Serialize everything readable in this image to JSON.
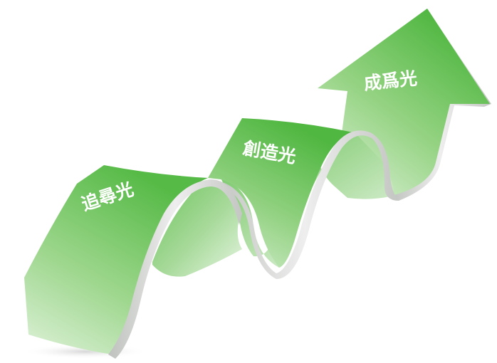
{
  "diagram": {
    "stages": [
      {
        "label": "追尋光"
      },
      {
        "label": "創造光"
      },
      {
        "label": "成爲光"
      }
    ],
    "colors": {
      "ribbon_light": "#d8efd3",
      "ribbon_mid": "#8fd07f",
      "ribbon_dark": "#4cb53d",
      "edge": "#c9cbc8",
      "edge_highlight": "#eeeeee",
      "label_text": "#ffffff"
    }
  }
}
